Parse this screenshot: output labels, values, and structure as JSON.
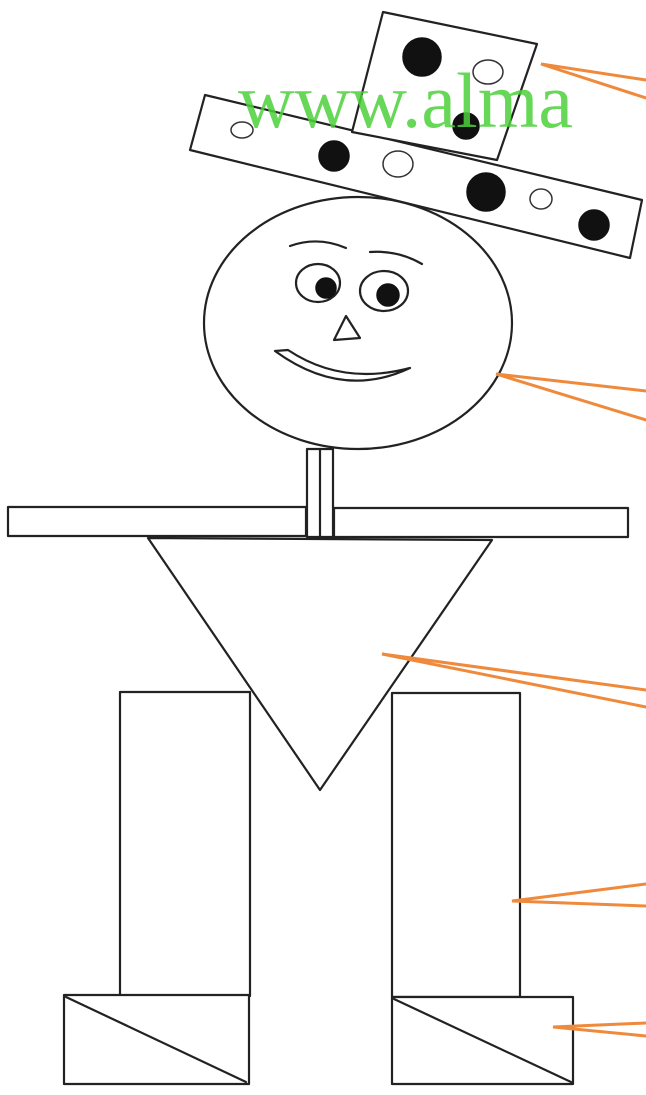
{
  "figure": {
    "parts": [
      "hat",
      "head",
      "arms",
      "body",
      "legs",
      "feet"
    ]
  },
  "watermark": {
    "text": "www.alma",
    "color": "#4cd13a"
  },
  "colors": {
    "outline": "#222222",
    "leader_lines": "#ef8a3c",
    "hat_spots_dark": "#111111"
  }
}
